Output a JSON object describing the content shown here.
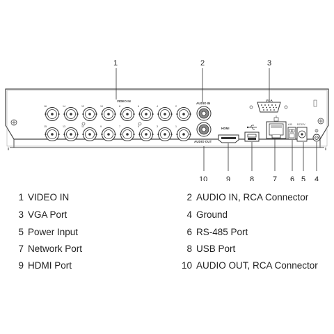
{
  "panel": {
    "video_in_label": "VIDEO IN",
    "audio_in_label": "AUDIO IN",
    "audio_out_label": "AUDIO OUT",
    "vga_label": "VGA",
    "hdmi_label": "HDMI",
    "ab_label": "A B",
    "dc_label": "DC12V",
    "bnc_top_numbers": [
      "16",
      "14",
      "12",
      "10",
      "8",
      "6",
      "4",
      "2"
    ],
    "bnc_bottom_numbers": [
      "15",
      "13",
      "11",
      "9",
      "7",
      "5",
      "3",
      "1"
    ]
  },
  "callouts": {
    "c1": "1",
    "c2": "2",
    "c3": "3",
    "c10": "10",
    "c9": "9",
    "c8": "8",
    "c7": "7",
    "c6": "6",
    "c5": "5",
    "c4": "4"
  },
  "legend": [
    {
      "num": "1",
      "label": "VIDEO IN"
    },
    {
      "num": "2",
      "label": "AUDIO IN, RCA Connector"
    },
    {
      "num": "3",
      "label": "VGA Port"
    },
    {
      "num": "4",
      "label": "Ground"
    },
    {
      "num": "5",
      "label": "Power Input"
    },
    {
      "num": "6",
      "label": "RS-485 Port"
    },
    {
      "num": "7",
      "label": "Network Port"
    },
    {
      "num": "8",
      "label": "USB Port"
    },
    {
      "num": "9",
      "label": "HDMI Port"
    },
    {
      "num": "10",
      "label": "AUDIO OUT, RCA Connector"
    }
  ]
}
